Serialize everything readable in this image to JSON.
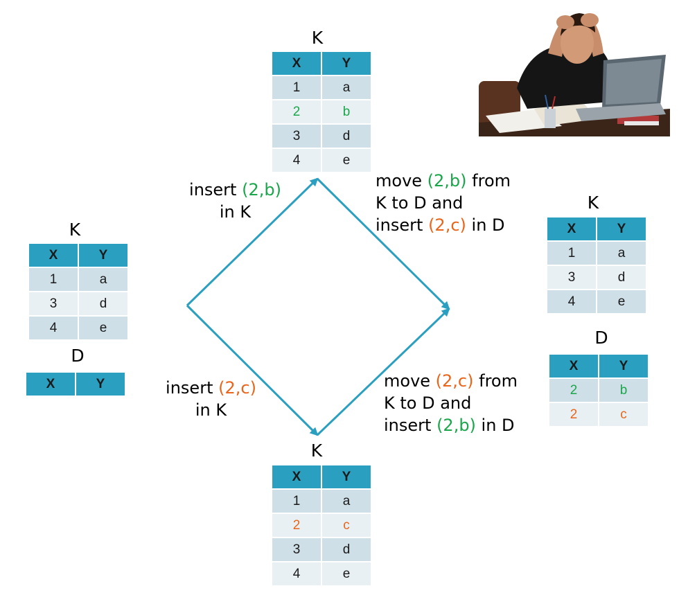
{
  "colors": {
    "header": "#2b9fc0",
    "row_odd": "#cfdfe7",
    "row_even": "#e8f0f4",
    "arrow": "#2b9fc0",
    "green": "#1aa64a",
    "orange": "#e8651a"
  },
  "image": {
    "name": "stressed-student-at-laptop"
  },
  "tables": {
    "left_k": {
      "title": "K",
      "columns": [
        "X",
        "Y"
      ],
      "rows": [
        [
          "1",
          "a"
        ],
        [
          "3",
          "d"
        ],
        [
          "4",
          "e"
        ]
      ]
    },
    "left_d": {
      "title": "D",
      "columns": [
        "X",
        "Y"
      ],
      "rows": []
    },
    "top_k": {
      "title": "K",
      "columns": [
        "X",
        "Y"
      ],
      "rows": [
        [
          "1",
          "a"
        ],
        [
          "2",
          "b"
        ],
        [
          "3",
          "d"
        ],
        [
          "4",
          "e"
        ]
      ],
      "highlight": {
        "1": "green"
      }
    },
    "bottom_k": {
      "title": "K",
      "columns": [
        "X",
        "Y"
      ],
      "rows": [
        [
          "1",
          "a"
        ],
        [
          "2",
          "c"
        ],
        [
          "3",
          "d"
        ],
        [
          "4",
          "e"
        ]
      ],
      "highlight": {
        "1": "orange"
      }
    },
    "right_k": {
      "title": "K",
      "columns": [
        "X",
        "Y"
      ],
      "rows": [
        [
          "1",
          "a"
        ],
        [
          "3",
          "d"
        ],
        [
          "4",
          "e"
        ]
      ]
    },
    "right_d": {
      "title": "D",
      "columns": [
        "X",
        "Y"
      ],
      "rows": [
        [
          "2",
          "b"
        ],
        [
          "2",
          "c"
        ]
      ],
      "highlight": {
        "0": "green",
        "1": "orange"
      }
    }
  },
  "labels": {
    "insert_2b": {
      "line1_pre": "insert ",
      "line1_hl": "(2,b)",
      "line2": "in K"
    },
    "insert_2c": {
      "line1_pre": "insert ",
      "line1_hl": "(2,c)",
      "line2": "in K"
    },
    "move_2b": {
      "l1_pre": "move ",
      "l1_hl": "(2,b)",
      "l1_post": " from",
      "l2": "K to D and",
      "l3_pre": "insert ",
      "l3_hl": "(2,c)",
      "l3_post": " in D"
    },
    "move_2c": {
      "l1_pre": "move ",
      "l1_hl": "(2,c)",
      "l1_post": " from",
      "l2": "K to D and",
      "l3_pre": "insert ",
      "l3_hl": "(2,b)",
      "l3_post": " in D"
    }
  }
}
